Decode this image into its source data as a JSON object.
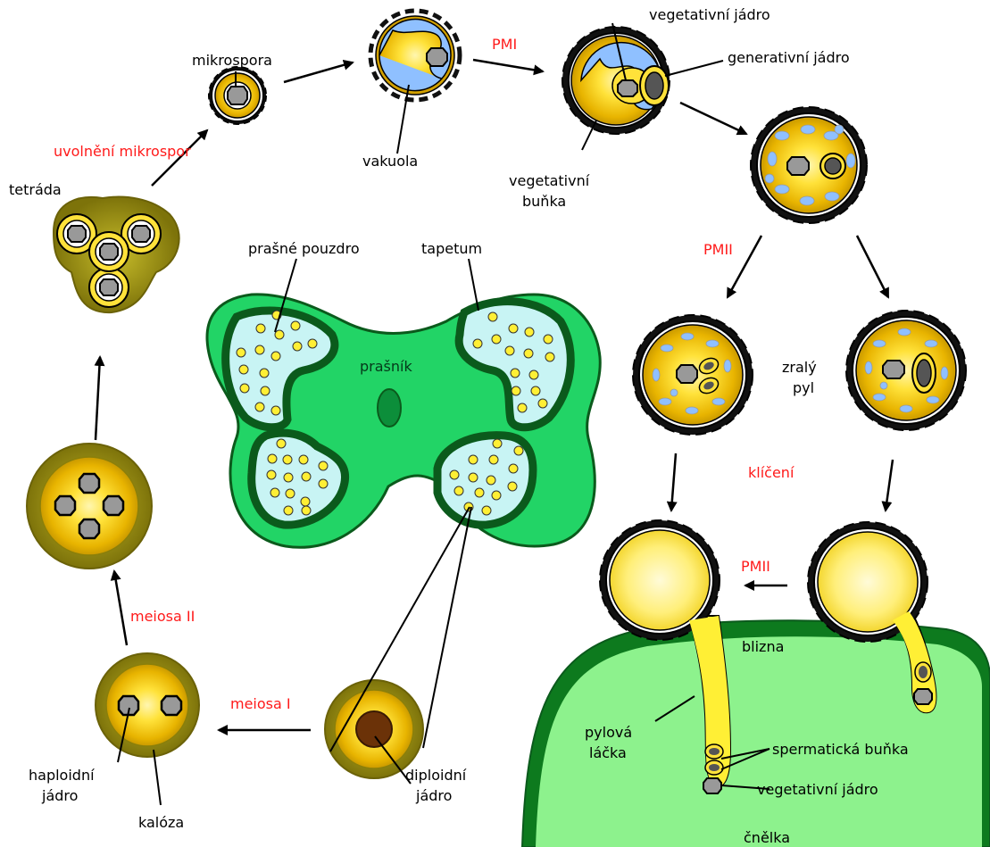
{
  "labels": {
    "mikrospora": "mikrospora",
    "pmi": "PMI",
    "vegetativni_jadro_top": "vegetativní jádro",
    "generativni_jadro": "generativní jádro",
    "vakuola": "vakuola",
    "vegetativni": "vegetativní",
    "bunka": "buňka",
    "uvolneni": "uvolnění mikrospor",
    "tetrada": "tetráda",
    "prasne_pouzdro": "prašné pouzdro",
    "tapetum": "tapetum",
    "prasnik": "prašník",
    "pmii_a": "PMII",
    "zraly": "zralý",
    "pyl": "pyl",
    "kliceni": "klíčení",
    "pmii_b": "PMII",
    "blizna": "blizna",
    "pylova": "pylová",
    "lacka": "láčka",
    "spermaticka": "spermatická buňka",
    "vegetativni_jadro_bottom": "vegetativní jádro",
    "cnelka": "čnělka",
    "meiosa_ii": "meiosa II",
    "meiosa_i": "meiosa I",
    "haploidni": "haploidní",
    "jadro_a": "jádro",
    "kaloza": "kalóza",
    "diploidni": "diploidní",
    "jadro_b": "jádro"
  },
  "colors": {
    "stage_label": "#ff1a1a",
    "anther": "#22d466",
    "anther_dark": "#0b5a1c",
    "locule": "#c8f4f4",
    "stigma": "#8df28d",
    "pollen_gold": "#f5c800",
    "callose": "#8a7f0a",
    "vacuole": "#8fc0ff"
  }
}
